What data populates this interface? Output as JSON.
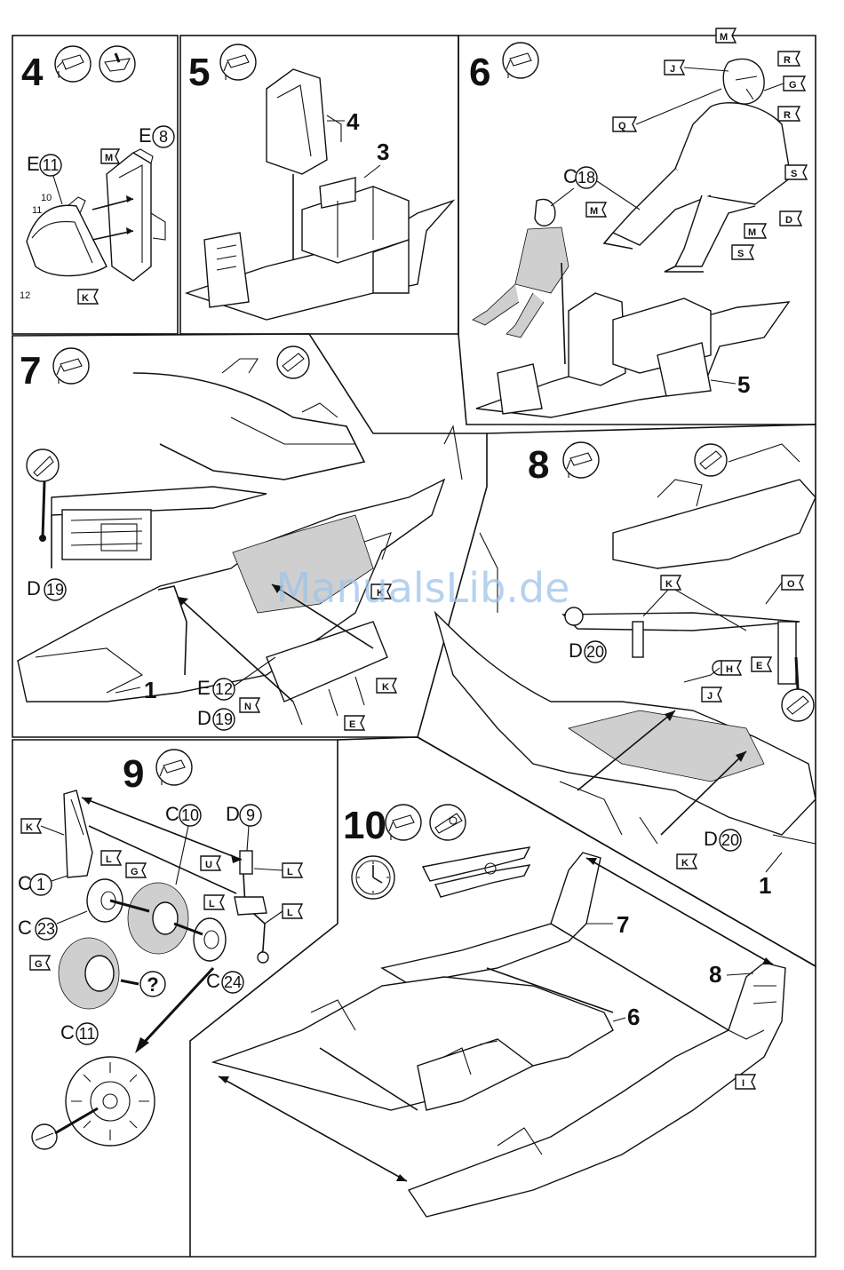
{
  "watermark": "ManualsLib.de",
  "steps": [
    {
      "number": "4",
      "parts": [
        "E 11",
        "E 8",
        "10",
        "11",
        "12"
      ],
      "circled": {
        "e11": "11",
        "e8": "8"
      },
      "letters": {
        "e11": "E",
        "e8": "E"
      },
      "small": {
        "p10": "10",
        "p11": "11",
        "p12": "12"
      },
      "flags": {
        "m": "M",
        "k": "K"
      }
    },
    {
      "number": "5",
      "callouts": {
        "c4": "4",
        "c3": "3"
      }
    },
    {
      "number": "6",
      "part": {
        "letter": "C",
        "num": "18"
      },
      "callouts": {
        "c5": "5"
      },
      "flags": {
        "m_top": "M",
        "j": "J",
        "r1": "R",
        "g": "G",
        "r2": "R",
        "q": "Q",
        "s1": "S",
        "d": "D",
        "m1": "M",
        "m2": "M",
        "s2": "S"
      }
    },
    {
      "number": "7",
      "parts": {
        "d19a": {
          "letter": "D",
          "num": "19"
        },
        "e12": {
          "letter": "E",
          "num": "12"
        },
        "d19b": {
          "letter": "D",
          "num": "19"
        }
      },
      "callouts": {
        "c1": "1"
      },
      "flags": {
        "k1": "K",
        "k2": "K",
        "n": "N",
        "e": "E"
      }
    },
    {
      "number": "8",
      "parts": {
        "d20a": {
          "letter": "D",
          "num": "20"
        },
        "d20b": {
          "letter": "D",
          "num": "20"
        }
      },
      "callouts": {
        "c1": "1"
      },
      "flags": {
        "k1": "K",
        "o": "O",
        "h": "H",
        "e": "E",
        "j": "J",
        "k2": "K"
      }
    },
    {
      "number": "9",
      "parts": {
        "c10": {
          "letter": "C",
          "num": "10"
        },
        "d9": {
          "letter": "D",
          "num": "9"
        },
        "c1": {
          "letter": "C",
          "num": "1"
        },
        "c23": {
          "letter": "C",
          "num": "23"
        },
        "c24": {
          "letter": "C",
          "num": "24"
        },
        "c11": {
          "letter": "C",
          "num": "11"
        }
      },
      "question": "?",
      "flags": {
        "k": "K",
        "l1": "L",
        "g1": "G",
        "u": "U",
        "l2": "L",
        "l3": "L",
        "l4": "L",
        "g2": "G"
      }
    },
    {
      "number": "10",
      "callouts": {
        "c7": "7",
        "c6": "6",
        "c8": "8"
      },
      "flags": {
        "i": "I"
      }
    }
  ],
  "icons": [
    "glue-tube-icon",
    "paint-icon",
    "clamp-icon",
    "clock-icon",
    "clothespin-icon",
    "knife-icon"
  ]
}
